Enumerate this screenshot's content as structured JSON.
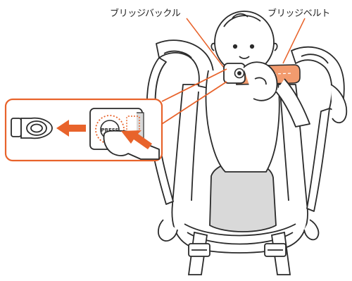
{
  "labels": {
    "bridge_buckle": "ブリッジバックル",
    "bridge_belt": "ブリッジベルト"
  },
  "inset": {
    "button_text": "PRESS"
  },
  "colors": {
    "accent_orange": "#e8632b",
    "belt_fill": "#f29b6e",
    "outline": "#2a2a2a",
    "shadow_gray": "#b8b8b8"
  }
}
